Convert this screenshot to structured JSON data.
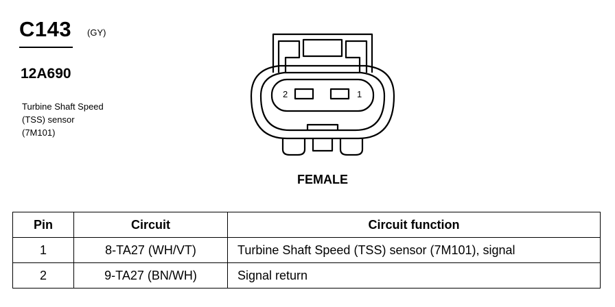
{
  "connector": {
    "id": "C143",
    "color_code": "(GY)",
    "part_number": "12A690",
    "description_lines": [
      "Turbine Shaft Speed",
      "(TSS) sensor",
      "(7M101)"
    ],
    "gender": "FEMALE",
    "pin_labels": {
      "left": "2",
      "right": "1"
    }
  },
  "table": {
    "headers": {
      "pin": "Pin",
      "circuit": "Circuit",
      "function": "Circuit function"
    },
    "rows": [
      {
        "pin": "1",
        "circuit": "8-TA27 (WH/VT)",
        "function": "Turbine Shaft Speed (TSS) sensor (7M101), signal"
      },
      {
        "pin": "2",
        "circuit": "9-TA27 (BN/WH)",
        "function": "Signal return"
      }
    ]
  }
}
